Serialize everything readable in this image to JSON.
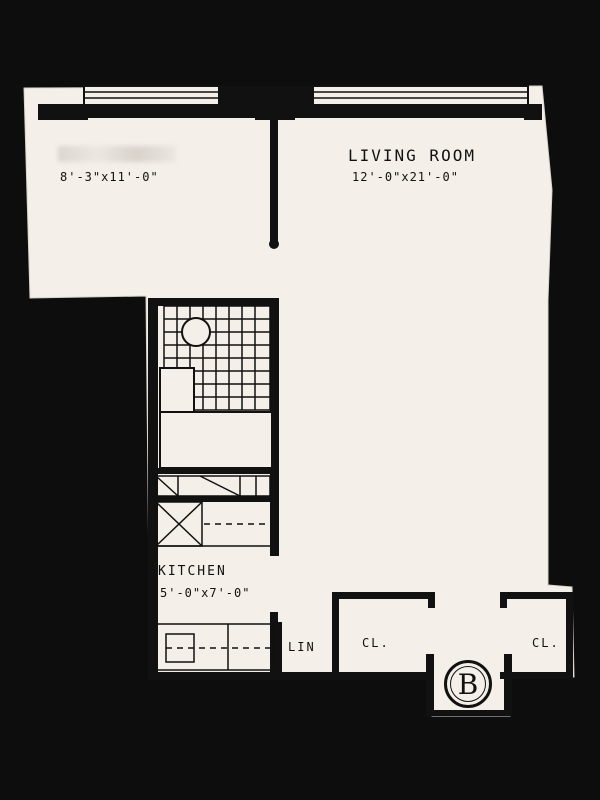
{
  "plan": {
    "rooms": [
      {
        "name": "",
        "dimensions": "8'-3\"x11'-0\""
      },
      {
        "name": "LIVING ROOM",
        "dimensions": "12'-0\"x21'-0\""
      },
      {
        "name": "KITCHEN",
        "dimensions": "5'-0\"x7'-0\""
      }
    ],
    "closets": {
      "linen": "LIN",
      "closet_1": "CL.",
      "closet_2": "CL."
    },
    "unit_letter": "B"
  },
  "colors": {
    "background": "#0d0d0d",
    "paper": "#f4efe8",
    "wall": "#111111"
  }
}
